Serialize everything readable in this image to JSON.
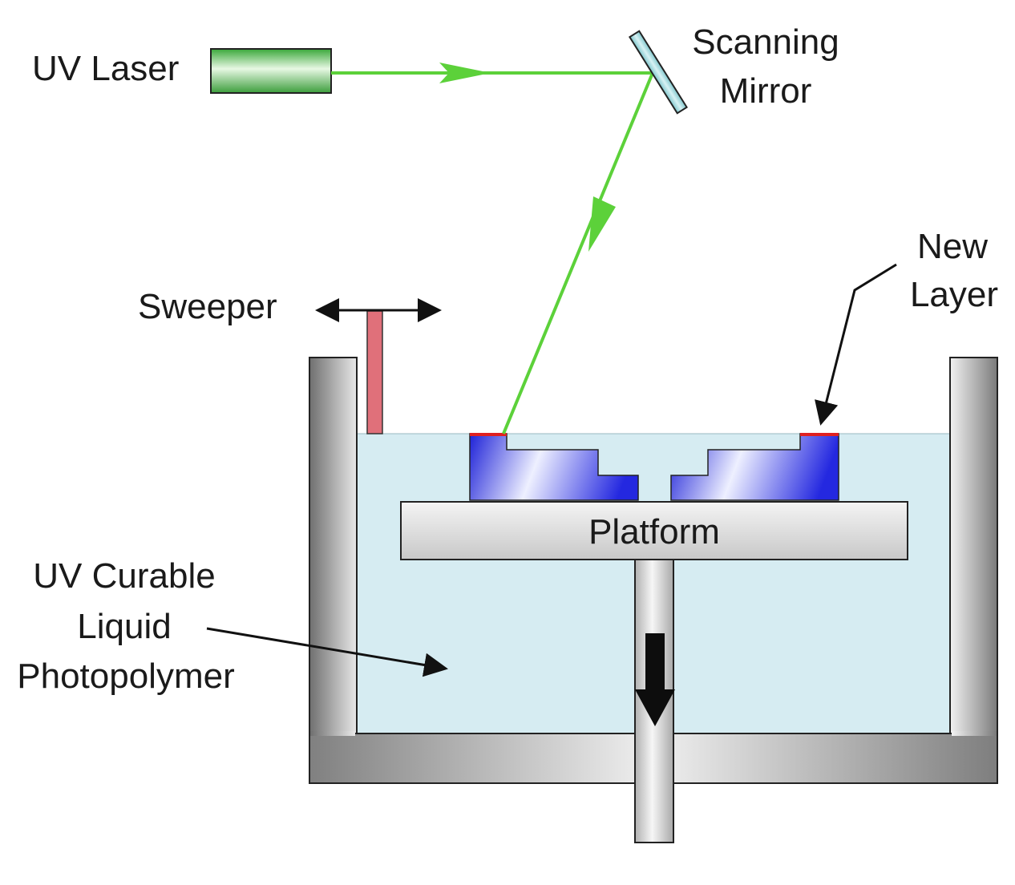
{
  "labels": {
    "uv_laser": "UV Laser",
    "scanning_mirror_line1": "Scanning",
    "scanning_mirror_line2": "Mirror",
    "sweeper": "Sweeper",
    "new_layer_line1": "New",
    "new_layer_line2": "Layer",
    "platform": "Platform",
    "liquid_line1": "UV Curable",
    "liquid_line2": "Liquid",
    "liquid_line3": "Photopolymer"
  },
  "colors": {
    "laser_beam": "#5cd13a",
    "laser_body": "#5fc25a",
    "mirror": "#9fd8dc",
    "sweeper": "#e0707a",
    "liquid": "#d6ecf2",
    "part": "#2a2ee8",
    "new_layer": "#e02020",
    "vat": "#9a9a9a",
    "platform": "#e6e6e6"
  }
}
